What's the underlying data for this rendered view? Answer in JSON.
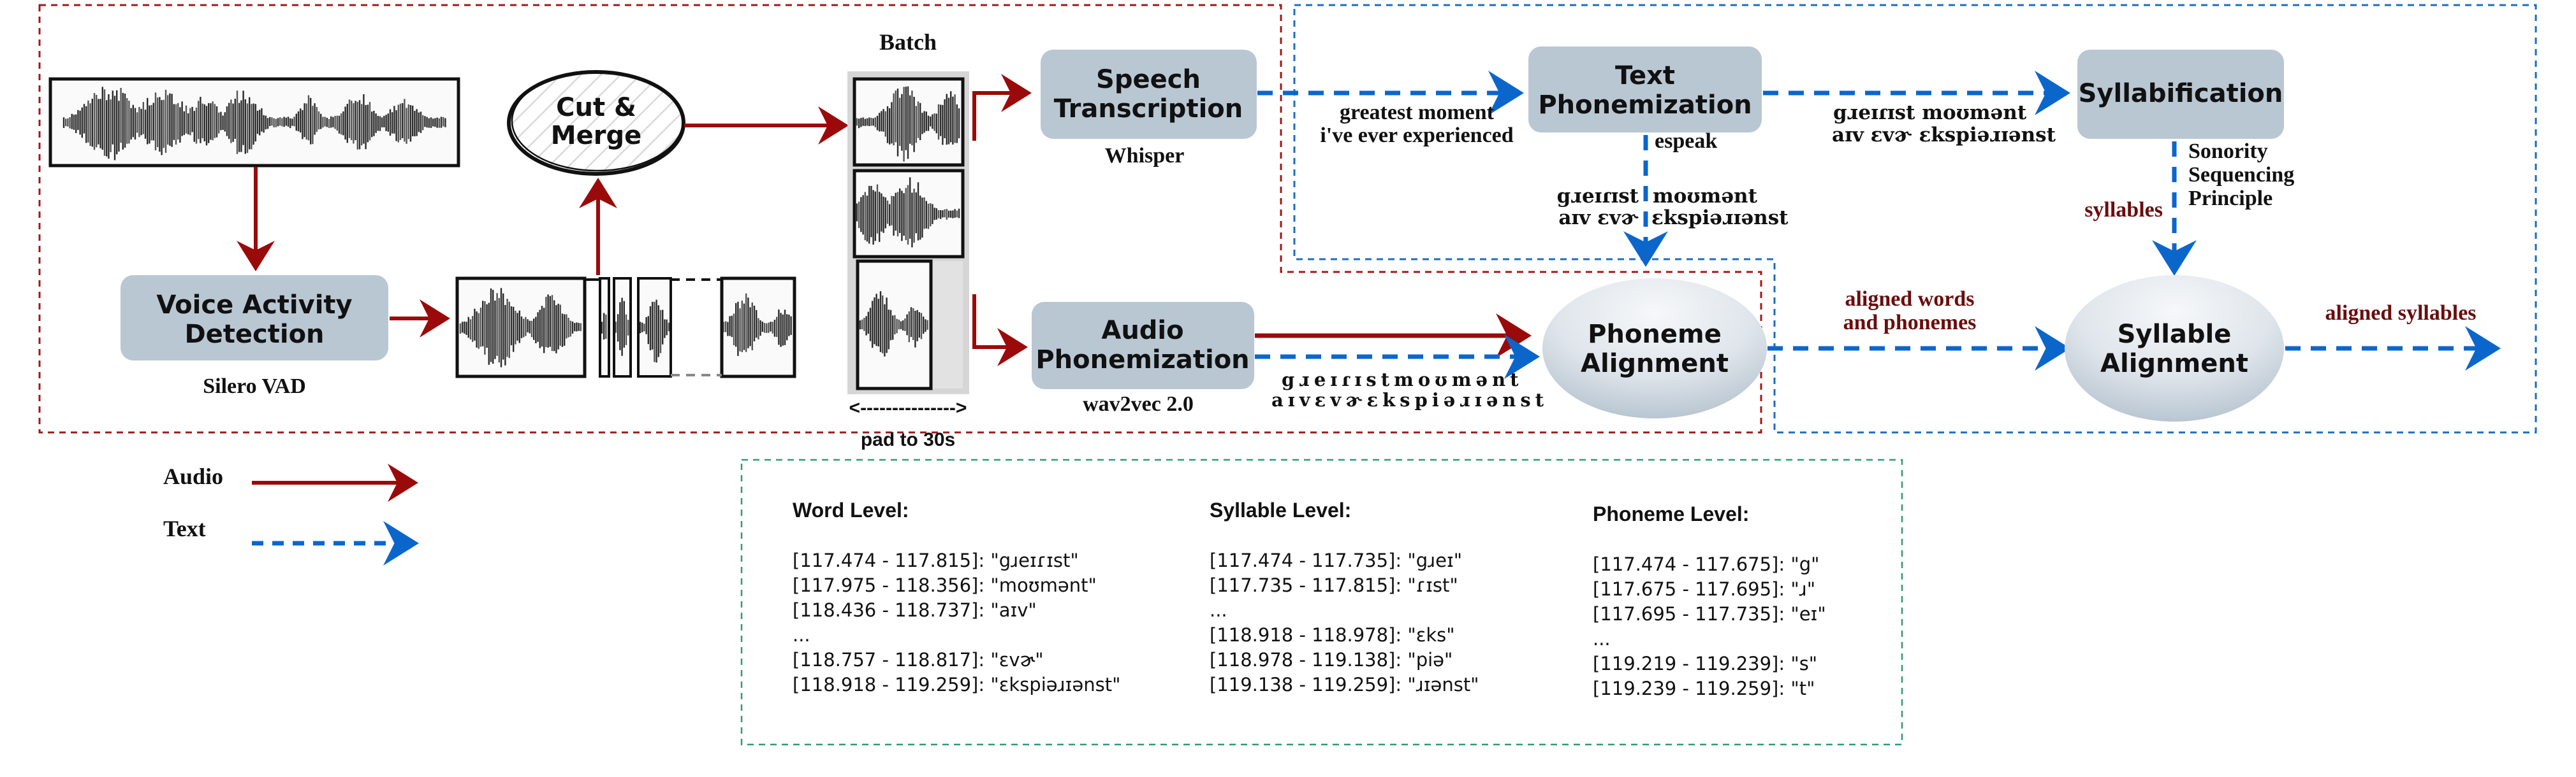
{
  "figure": {
    "colors": {
      "audio_arrow": "#9b0a0a",
      "text_arrow": "#0b66cc",
      "audio_region_border": "#a01818",
      "text_region_border": "#1b6cc4",
      "output_box_border": "#2e9a7a",
      "process_box_fill": "#b9c7d3",
      "annotation_dark_red": "#6b0d0d"
    }
  },
  "input": {
    "waveform_icon": "waveform-icon"
  },
  "vad": {
    "title_lines": [
      "Voice Activity",
      "Detection"
    ],
    "caption": "Silero VAD"
  },
  "cut_merge": {
    "title_lines": [
      "Cut &",
      "Merge"
    ]
  },
  "batch": {
    "title": "Batch",
    "pad_arrow": "<--------------->",
    "pad_caption": "pad to 30s"
  },
  "speech_transcription": {
    "title_lines": [
      "Speech",
      "Transcription"
    ],
    "caption": "Whisper",
    "output_lines": [
      "greatest moment",
      "i've ever experienced"
    ]
  },
  "audio_phonemization": {
    "title_lines": [
      "Audio",
      "Phonemization"
    ],
    "caption": "wav2vec 2.0",
    "output_lines": [
      "gɹeɪɾɪstmoʊmənt",
      "aɪvɛvɚɛkspiəɹɪənst"
    ]
  },
  "text_phonemization": {
    "title_lines": [
      "Text",
      "Phonemization"
    ],
    "caption": "espeak",
    "down_output_left": [
      "gɹeɪɾɪst",
      "aɪv ɛvɚ"
    ],
    "down_output_right": [
      "moʊmənt",
      "ɛkspiəɹɪənst"
    ],
    "right_output_lines": [
      "gɹeɪɾɪst moʊmənt",
      "aɪv ɛvɚ ɛkspiəɹɪənst"
    ]
  },
  "syllabification": {
    "title": "Syllabification",
    "method_lines": [
      "Sonority",
      "Sequencing",
      "Principle"
    ],
    "output_label": "syllables"
  },
  "phoneme_alignment": {
    "title_lines": [
      "Phoneme",
      "Alignment"
    ],
    "output_lines": [
      "aligned words",
      "and phonemes"
    ]
  },
  "syllable_alignment": {
    "title_lines": [
      "Syllable",
      "Alignment"
    ],
    "output_label": "aligned syllables"
  },
  "legend": {
    "items": [
      {
        "label": "Audio",
        "style": "solid"
      },
      {
        "label": "Text",
        "style": "dashed"
      }
    ]
  },
  "output_table": {
    "columns": [
      {
        "heading": "Word Level:",
        "rows": [
          "[117.474 - 117.815]: \"gɹeɪɾɪst\"",
          "[117.975 - 118.356]: \"moʊmənt\"",
          "[118.436 - 118.737]: \"aɪv\"",
          "...",
          "[118.757 - 118.817]: \"ɛvɚ\"",
          "[118.918 - 119.259]: \"ɛkspiəɹɪənst\""
        ]
      },
      {
        "heading": "Syllable Level:",
        "rows": [
          "[117.474 - 117.735]: \"gɹeɪ\"",
          "[117.735 - 117.815]: \"ɾɪst\"",
          "...",
          "[118.918 - 118.978]: \"ɛks\"",
          "[118.978 - 119.138]: \"piə\"",
          "[119.138 - 119.259]: \"ɹɪənst\""
        ]
      },
      {
        "heading": "Phoneme Level:",
        "rows": [
          "[117.474 - 117.675]: \"g\"",
          "[117.675 - 117.695]: \"ɹ\"",
          "[117.695 - 117.735]: \"eɪ\"",
          "...",
          "[119.219 - 119.239]: \"s\"",
          "[119.239 - 119.259]: \"t\""
        ]
      }
    ]
  }
}
